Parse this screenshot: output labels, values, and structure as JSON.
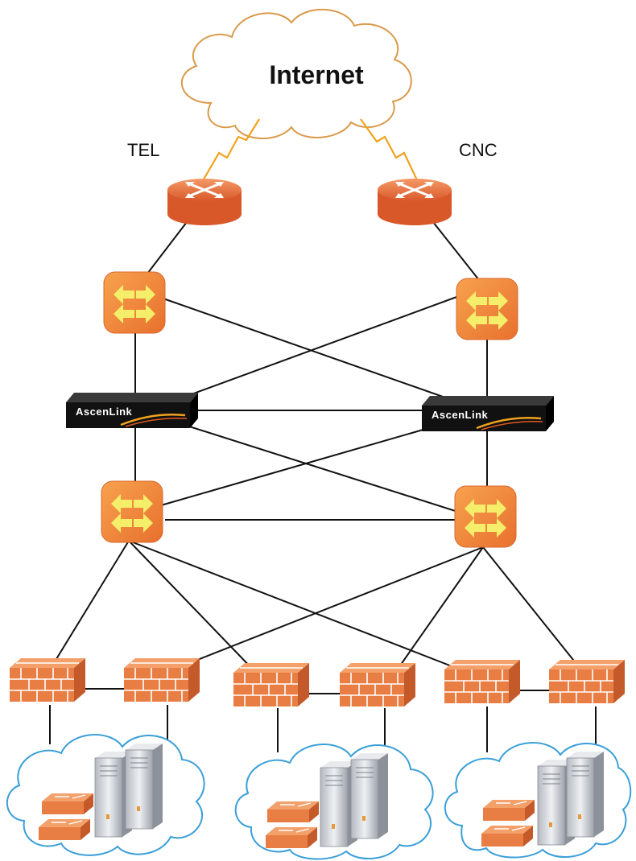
{
  "internet": {
    "label": "Internet"
  },
  "isps": [
    {
      "id": "tel",
      "label": "TEL"
    },
    {
      "id": "cnc",
      "label": "CNC"
    }
  ],
  "appliances": [
    {
      "id": "left",
      "brand": "AscenLink"
    },
    {
      "id": "right",
      "brand": "AscenLink"
    }
  ],
  "colors": {
    "router": "#e8703a",
    "switch": "#ef8a3a",
    "switch_arrow": "#f4ee6a",
    "firewall_brick": "#e97e44",
    "cloud_outline": "#3a9fd8",
    "appliance": "#111111",
    "lightning": "#f0a21e",
    "server": "#cfd3d9"
  },
  "icons": [
    "cloud-icon",
    "lightning-icon",
    "router-icon",
    "switch-icon",
    "appliance-icon",
    "firewall-icon",
    "server-icon"
  ]
}
